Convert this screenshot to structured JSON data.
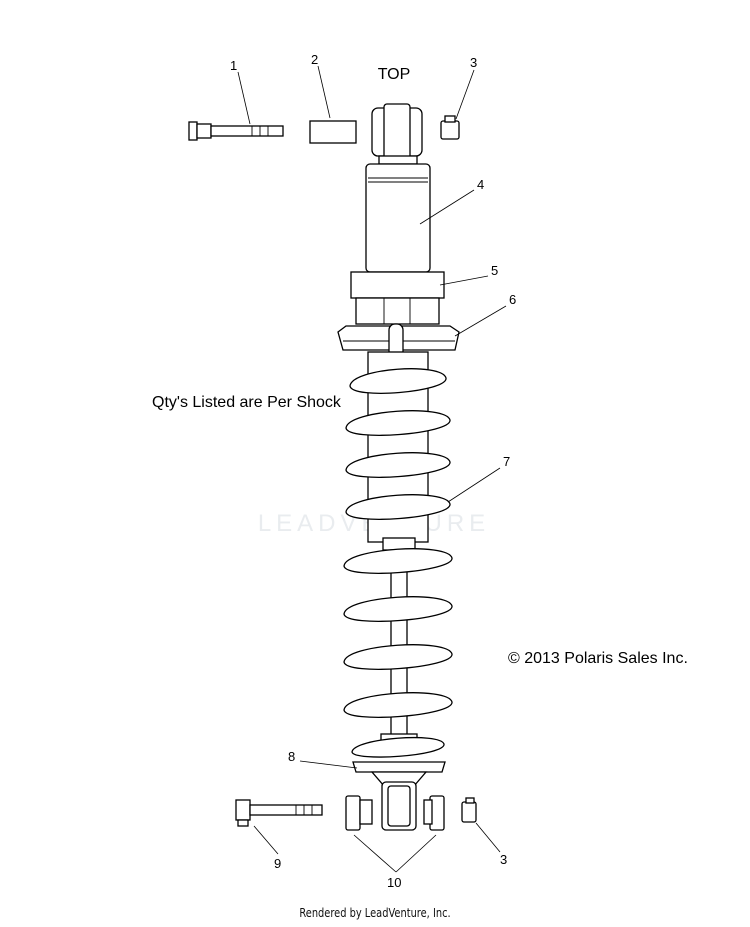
{
  "labels": {
    "top": "TOP",
    "qty_note": "Qty's Listed are Per Shock",
    "copyright": "© 2013 Polaris Sales Inc.",
    "watermark": "LEADVENTURE",
    "footer": "Rendered by LeadVenture, Inc."
  },
  "callouts": [
    {
      "id": "1",
      "text": "1"
    },
    {
      "id": "2",
      "text": "2"
    },
    {
      "id": "3a",
      "text": "3"
    },
    {
      "id": "4",
      "text": "4"
    },
    {
      "id": "5",
      "text": "5"
    },
    {
      "id": "6",
      "text": "6"
    },
    {
      "id": "7",
      "text": "7"
    },
    {
      "id": "8",
      "text": "8"
    },
    {
      "id": "9",
      "text": "9"
    },
    {
      "id": "3b",
      "text": "3"
    },
    {
      "id": "10",
      "text": "10"
    }
  ]
}
